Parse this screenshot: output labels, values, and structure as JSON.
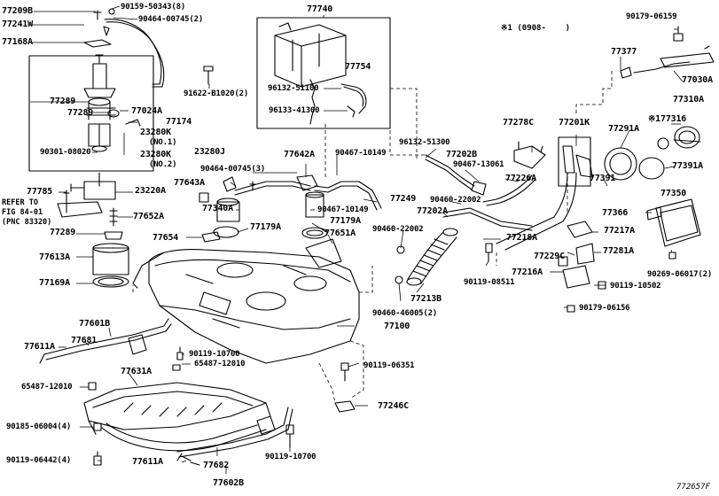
{
  "illustration_id": "772657F",
  "note_text": "※1 (0908-    )",
  "refer_lines": [
    "REFER TO",
    "FIG 84-01",
    "(PNC 83320)"
  ],
  "labels": {
    "l77209B": "77209B",
    "l90159_50343": "90159-50343(8)",
    "l77241W": "77241W",
    "l90464_00745_2": "90464-00745(2)",
    "l77168A": "77168A",
    "l77740": "77740",
    "l91622_B1020": "91622-B1020(2)",
    "l77754": "77754",
    "l96132_51100": "96132-51100",
    "l96133_41300": "96133-41300",
    "l90179_06159": "90179-06159",
    "l77377": "77377",
    "l77030A": "77030A",
    "l77310A": "77310A",
    "l77316": "※177316",
    "l77289a": "77289",
    "l77024A": "77024A",
    "l77289b": "77289",
    "l77174": "77174",
    "l23280K1": "23280K",
    "l_no1": "(NO.1)",
    "l23280J": "23280J",
    "l90301_08020": "90301-08020",
    "l23280K2": "23280K",
    "l_no2": "(NO.2)",
    "l77278C": "77278C",
    "l77201K": "77201K",
    "l77291A": "77291A",
    "l96132_51300": "96132-51300",
    "l90467_10149a": "90467-10149",
    "l77642A": "77642A",
    "l90464_00745_3": "90464-00745(3)",
    "l77202B": "77202B",
    "l90467_13061": "90467-13061",
    "l77391A": "77391A",
    "l77226A": "77226A",
    "l77391": "77391",
    "l77350": "77350",
    "l77643A": "77643A",
    "l23220A": "23220A",
    "l77249": "77249",
    "l90467_10149b": "90467-10149",
    "l90460_22002a": "90460-22002",
    "l77202A": "77202A",
    "l77366": "77366",
    "l77785": "77785",
    "l77340A": "77340A",
    "l77652A": "77652A",
    "l77179Aa": "77179A",
    "l77179Ab": "77179A",
    "l77217A": "77217A",
    "l77289c": "77289",
    "l77654": "77654",
    "l77651A": "77651A",
    "l90460_22002b": "90460-22002",
    "l77218A": "77218A",
    "l77229C": "77229C",
    "l77281A": "77281A",
    "l90269_06017": "90269-06017(2)",
    "l77613A": "77613A",
    "l90119_08511": "90119-08511",
    "l77216A": "77216A",
    "l77169A": "77169A",
    "l77213B": "77213B",
    "l90119_10502": "90119-10502",
    "l90460_46005": "90460-46005(2)",
    "l90179_06156": "90179-06156",
    "l77100": "77100",
    "l77601B": "77601B",
    "l77611Aa": "77611A",
    "l77681": "77681",
    "l90119_10700a": "90119-10700",
    "l65487_12010a": "65487-12010",
    "l90119_06351": "90119-06351",
    "l77631A": "77631A",
    "l65487_12010b": "65487-12010",
    "l77246C": "77246C",
    "l90185_06004": "90185-06004(4)",
    "l90119_10700b": "90119-10700",
    "l90119_06442": "90119-06442(4)",
    "l77611Ab": "77611A",
    "l77682": "77682",
    "l77602B": "77602B"
  }
}
